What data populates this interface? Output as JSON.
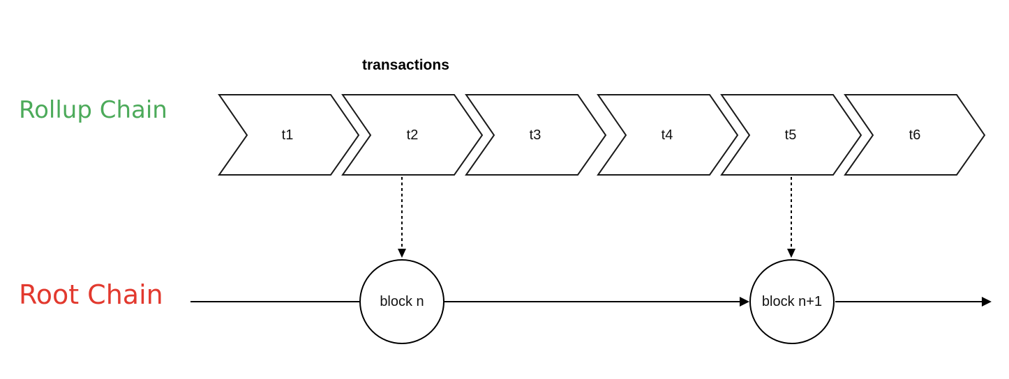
{
  "lanes": {
    "rollup_label": "Rollup Chain",
    "rollup_color": "#4caa5a",
    "root_label": "Root Chain",
    "root_color": "#e2392e"
  },
  "transactions": {
    "title": "transactions",
    "items": [
      "t1",
      "t2",
      "t3",
      "t4",
      "t5",
      "t6"
    ]
  },
  "blocks": [
    {
      "label": "block n",
      "source_tx": "t2"
    },
    {
      "label": "block n+1",
      "source_tx": "t5"
    }
  ]
}
